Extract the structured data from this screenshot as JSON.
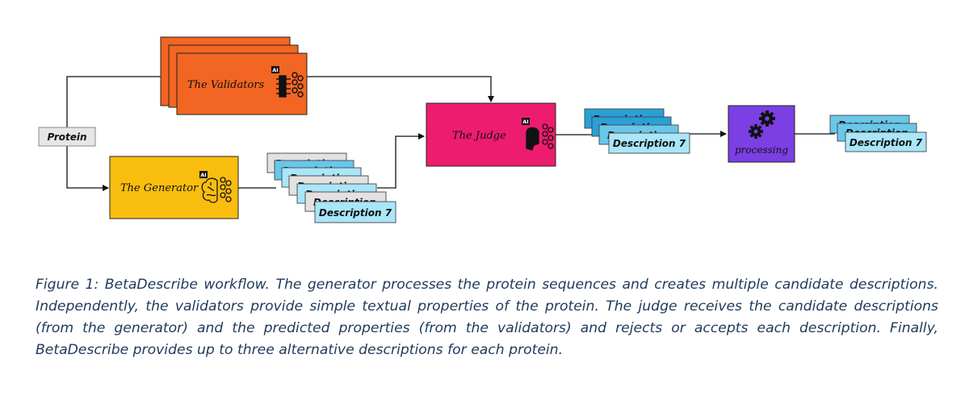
{
  "nodes": {
    "protein": "Protein",
    "validators": "The Validators",
    "generator": "The Generator",
    "judge": "The Judge",
    "processing": "processing"
  },
  "badges": {
    "ai": "AI"
  },
  "descriptions": {
    "stack_label": "Description 7",
    "behind_label": "Description"
  },
  "icons": {
    "validators": "ai-chip-icon",
    "generator": "ai-brain-icon",
    "judge": "ai-head-icon",
    "processing": "gears-icon"
  },
  "colors": {
    "validators": "#f26522",
    "generator": "#f9bd0e",
    "judge": "#ee1c6e",
    "processing": "#7b3fe4",
    "desc_light": "#a9e6f7",
    "desc_mid": "#69c7ea",
    "desc_dark": "#2ba0d6",
    "desc_gray": "#e2e2e2",
    "protein_box": "#e6e6e6"
  },
  "caption": "Figure 1: BetaDescribe workflow. The generator processes the protein sequences and creates multiple candidate descriptions. Independently, the validators provide simple textual properties of the protein. The judge receives the candidate descriptions (from the generator) and the predicted properties (from the validators) and rejects or accepts each description. Finally, BetaDescribe provides up to three alternative descriptions for each protein."
}
